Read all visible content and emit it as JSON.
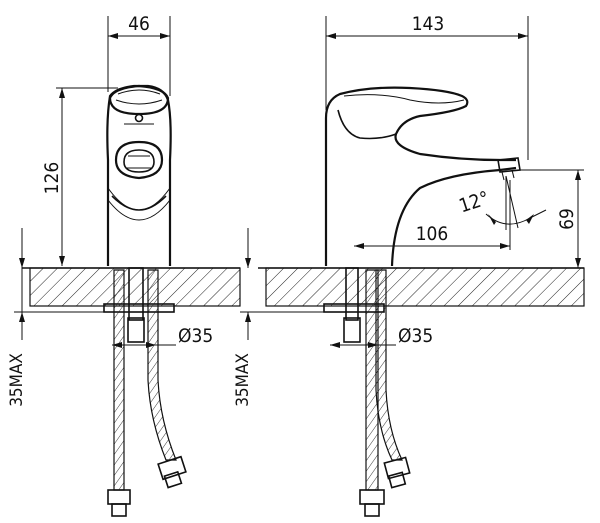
{
  "dimensions": {
    "front_width": "46",
    "front_height": "126",
    "front_thread": "Ø35",
    "front_max": "35MAX",
    "side_length": "143",
    "side_reach": "106",
    "side_spout_height": "69",
    "side_angle": "12°",
    "side_thread": "Ø35",
    "side_max": "35MAX"
  }
}
